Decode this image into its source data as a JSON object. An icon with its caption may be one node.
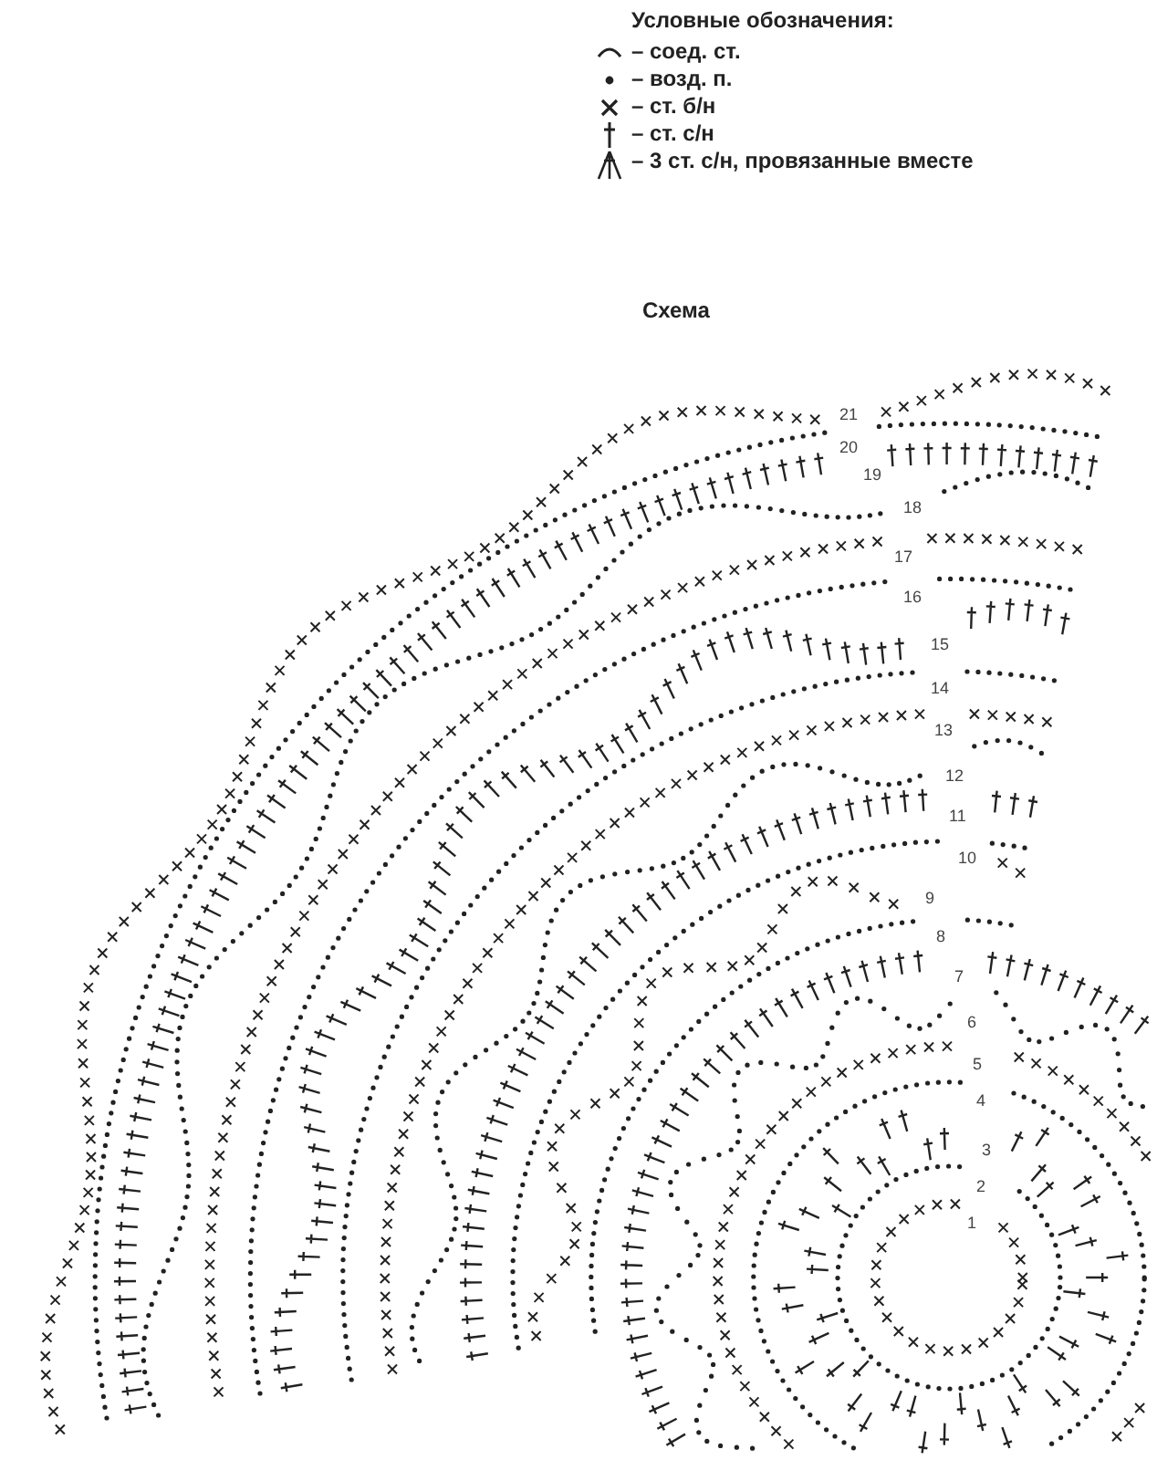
{
  "diagram": {
    "labels": [
      "Условные обозначения:",
      "Схема",
      "21",
      "20",
      "19",
      "18",
      "17",
      "16",
      "15",
      "14",
      "13",
      "12",
      "11",
      "10",
      "9",
      "8",
      "7",
      "6",
      "5",
      "4",
      "3",
      "2",
      "1"
    ],
    "legend": [
      {
        "text": "– соед. ст."
      },
      {
        "text": "– возд. п."
      },
      {
        "text": "– ст. б/н"
      },
      {
        "text": "– ст. с/н"
      },
      {
        "text": "– 3 ст. с/н, провязанные вместе"
      }
    ]
  }
}
